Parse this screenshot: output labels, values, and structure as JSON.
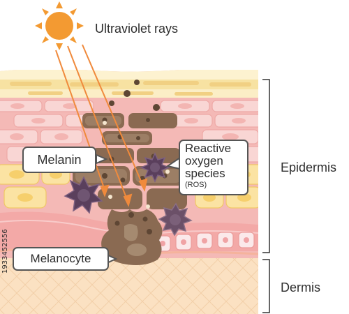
{
  "labels": {
    "uv": "Ultraviolet rays",
    "melanin": "Melanin",
    "ros_line1": "Reactive",
    "ros_line2": "oxygen",
    "ros_line3": "species",
    "ros_abbr": "(ROS)",
    "melanocyte": "Melanocyte",
    "epidermis": "Epidermis",
    "dermis": "Dermis"
  },
  "side_text": "1933452556",
  "colors": {
    "sun": "#f39a32",
    "ray": "#f08a3c",
    "stratum_corneum": "#f7e7b4",
    "pink_cells": "#f6c9c8",
    "yellow_cells": "#f8d98a",
    "dermis": "#fbe1c2",
    "melanin": "#8a6a52",
    "ros": "#6b4e6e"
  }
}
